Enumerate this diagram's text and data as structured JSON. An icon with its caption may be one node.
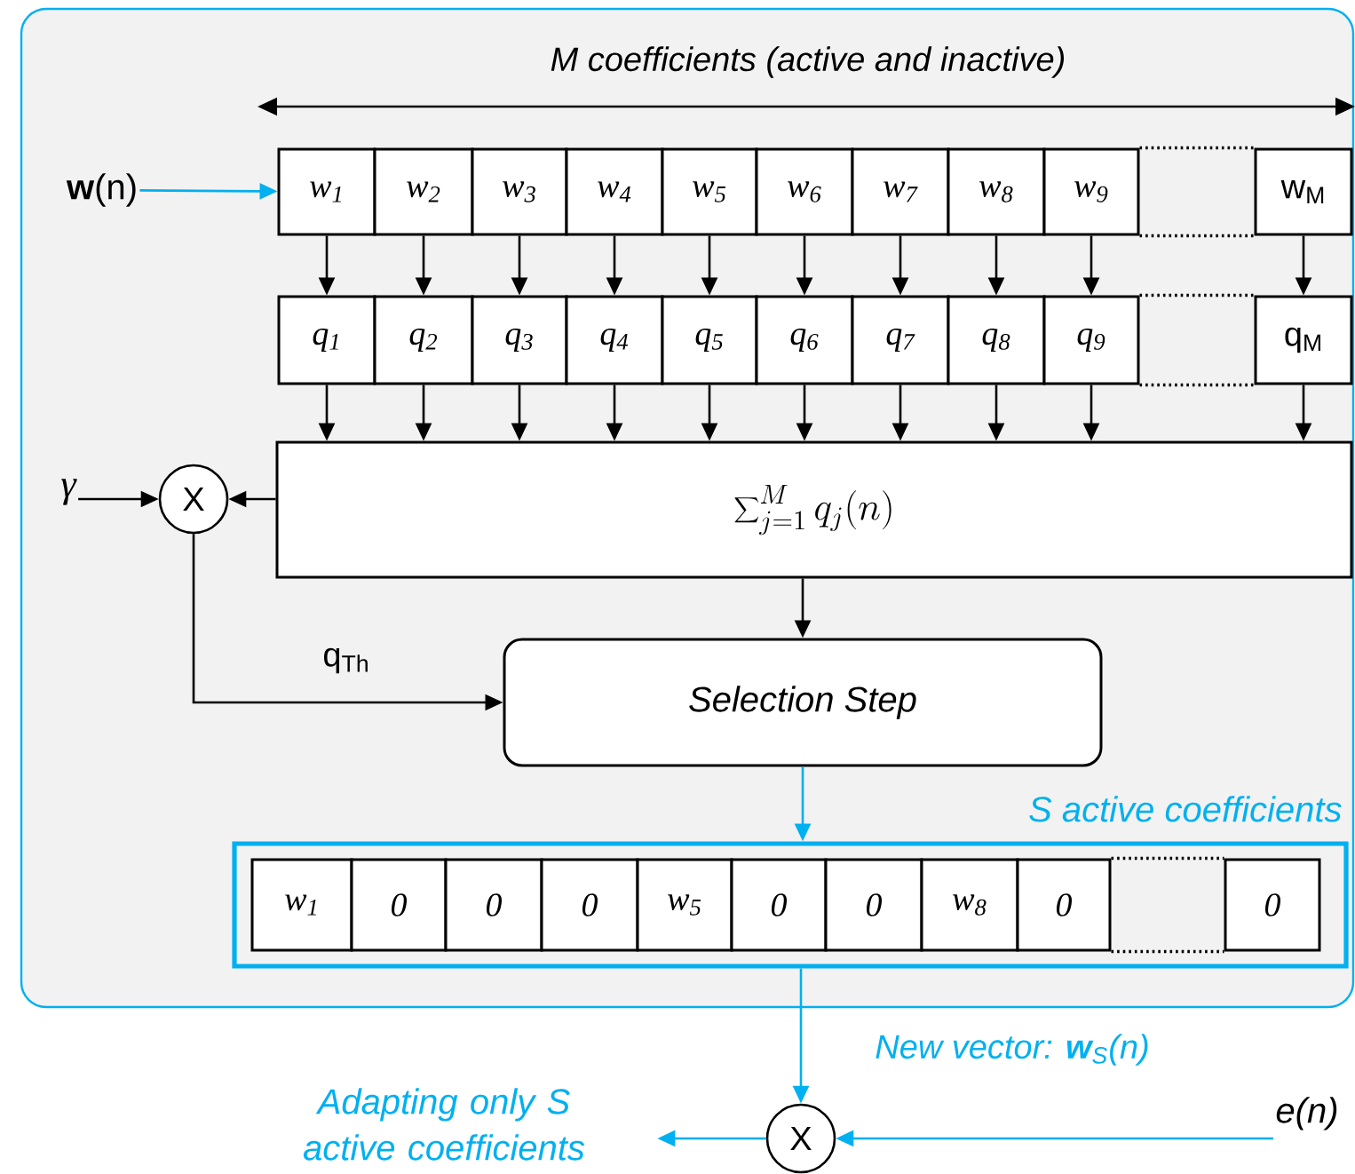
{
  "diagram": {
    "nodes": [
      {
        "text": [
          "**w**(n)"
        ]
      },
      {
        "text": [
          "w$_{1}$"
        ]
      },
      {
        "text": [
          "w$_{2}$"
        ]
      },
      {
        "text": [
          "w$_{3}$"
        ]
      },
      {
        "text": [
          "w$_{4}$"
        ]
      },
      {
        "text": [
          "w$_{5}$"
        ]
      },
      {
        "text": [
          "w$_{6}$"
        ]
      },
      {
        "text": [
          "w$_{7}$"
        ]
      },
      {
        "text": [
          "w$_{8}$"
        ]
      },
      {
        "text": [
          "w$_{9}$"
        ]
      },
      {
        "text": [
          "w$_{M}$"
        ]
      },
      {
        "text": [
          "q$_{1}$"
        ]
      },
      {
        "text": [
          "q$_{2}$"
        ]
      },
      {
        "text": [
          "q$_{3}$"
        ]
      },
      {
        "text": [
          "q$_{4}$"
        ]
      },
      {
        "text": [
          "q$_{5}$"
        ]
      },
      {
        "text": [
          "q$_{6}$"
        ]
      },
      {
        "text": [
          "q$_{7}$"
        ]
      },
      {
        "text": [
          "q$_{8}$"
        ]
      },
      {
        "text": [
          "q$_{9}$"
        ]
      },
      {
        "text": [
          "q$_{M}$"
        ]
      },
      {
        "text": [
          "\\sum\\nolimits_{j=1}^{M} q_{j}(n)"
        ]
      },
      {
        "text": [
          "γ"
        ]
      },
      {
        "text": [
          "X"
        ]
      },
      {
        "text": [
          "Selection Step"
        ]
      },
      {
        "text": [
          "S active coefficients"
        ]
      },
      {
        "text": [
          "w$_{1}$"
        ],
        "in": 25
      },
      {
        "text": [
          "0"
        ],
        "in": 25
      },
      {
        "text": [
          "0"
        ],
        "in": 25
      },
      {
        "text": [
          "0"
        ],
        "in": 25
      },
      {
        "text": [
          "w$_{5}$"
        ],
        "in": 25
      },
      {
        "text": [
          "0"
        ],
        "in": 25
      },
      {
        "text": [
          "0"
        ],
        "in": 25
      },
      {
        "text": [
          "w$_{8}$"
        ],
        "in": 25
      },
      {
        "text": [
          "0"
        ],
        "in": 25
      },
      {
        "text": [
          "0"
        ],
        "in": 25
      },
      {
        "text": [
          "X"
        ]
      },
      {
        "text": [
          "e(n)"
        ]
      },
      {
        "text": [
          "Adapting only S active coefficients"
        ]
      }
    ],
    "edges": [
      {
        "from": 0,
        "to": 1,
        "arrow": "to",
        "color": "#00b0f0"
      },
      {
        "from": 1,
        "to": 11,
        "arrow": "to"
      },
      {
        "from": 2,
        "to": 12,
        "arrow": "to"
      },
      {
        "from": 3,
        "to": 13,
        "arrow": "to"
      },
      {
        "from": 4,
        "to": 14,
        "arrow": "to"
      },
      {
        "from": 5,
        "to": 15,
        "arrow": "to"
      },
      {
        "from": 6,
        "to": 16,
        "arrow": "to"
      },
      {
        "from": 7,
        "to": 17,
        "arrow": "to"
      },
      {
        "from": 8,
        "to": 18,
        "arrow": "to"
      },
      {
        "from": 9,
        "to": 19,
        "arrow": "to"
      },
      {
        "from": 10,
        "to": 20,
        "arrow": "to"
      },
      {
        "from": 11,
        "to": 21,
        "arrow": "to"
      },
      {
        "from": 12,
        "to": 21,
        "arrow": "to"
      },
      {
        "from": 13,
        "to": 21,
        "arrow": "to"
      },
      {
        "from": 14,
        "to": 21,
        "arrow": "to"
      },
      {
        "from": 15,
        "to": 21,
        "arrow": "to"
      },
      {
        "from": 16,
        "to": 21,
        "arrow": "to"
      },
      {
        "from": 17,
        "to": 21,
        "arrow": "to"
      },
      {
        "from": 18,
        "to": 21,
        "arrow": "to"
      },
      {
        "from": 19,
        "to": 21,
        "arrow": "to"
      },
      {
        "from": 20,
        "to": 21,
        "arrow": "to"
      },
      {
        "from": 21,
        "to": 23,
        "arrow": "to"
      },
      {
        "from": 22,
        "to": 23,
        "arrow": "to"
      },
      {
        "from": 23,
        "to": 24,
        "arrow": "to",
        "label": "q$_{Th}$"
      },
      {
        "from": 21,
        "to": 24,
        "arrow": "to"
      },
      {
        "from": 24,
        "to": 25,
        "arrow": "to",
        "color": "#00b0f0"
      },
      {
        "from": 25,
        "to": 36,
        "arrow": "to",
        "color": "#00b0f0",
        "label": "New vector: **w**$_{S}$(n)"
      },
      {
        "from": 37,
        "to": 36,
        "arrow": "to",
        "color": "#00b0f0"
      },
      {
        "from": 36,
        "to": 38,
        "arrow": "to",
        "color": "#00b0f0"
      },
      {
        "from": 9,
        "to": 10,
        "arrow": "none",
        "style": "dashed"
      },
      {
        "from": 9,
        "to": 10,
        "arrow": "none",
        "style": "dashed"
      },
      {
        "from": 19,
        "to": 20,
        "arrow": "none",
        "style": "dashed"
      },
      {
        "from": 19,
        "to": 20,
        "arrow": "none",
        "style": "dashed"
      },
      {
        "from": 34,
        "to": 35,
        "arrow": "none",
        "style": "dashed"
      },
      {
        "from": 34,
        "to": 35,
        "arrow": "none",
        "style": "dashed"
      }
    ],
    "labels": [
      "M coefficients (active and inactive)"
    ]
  }
}
